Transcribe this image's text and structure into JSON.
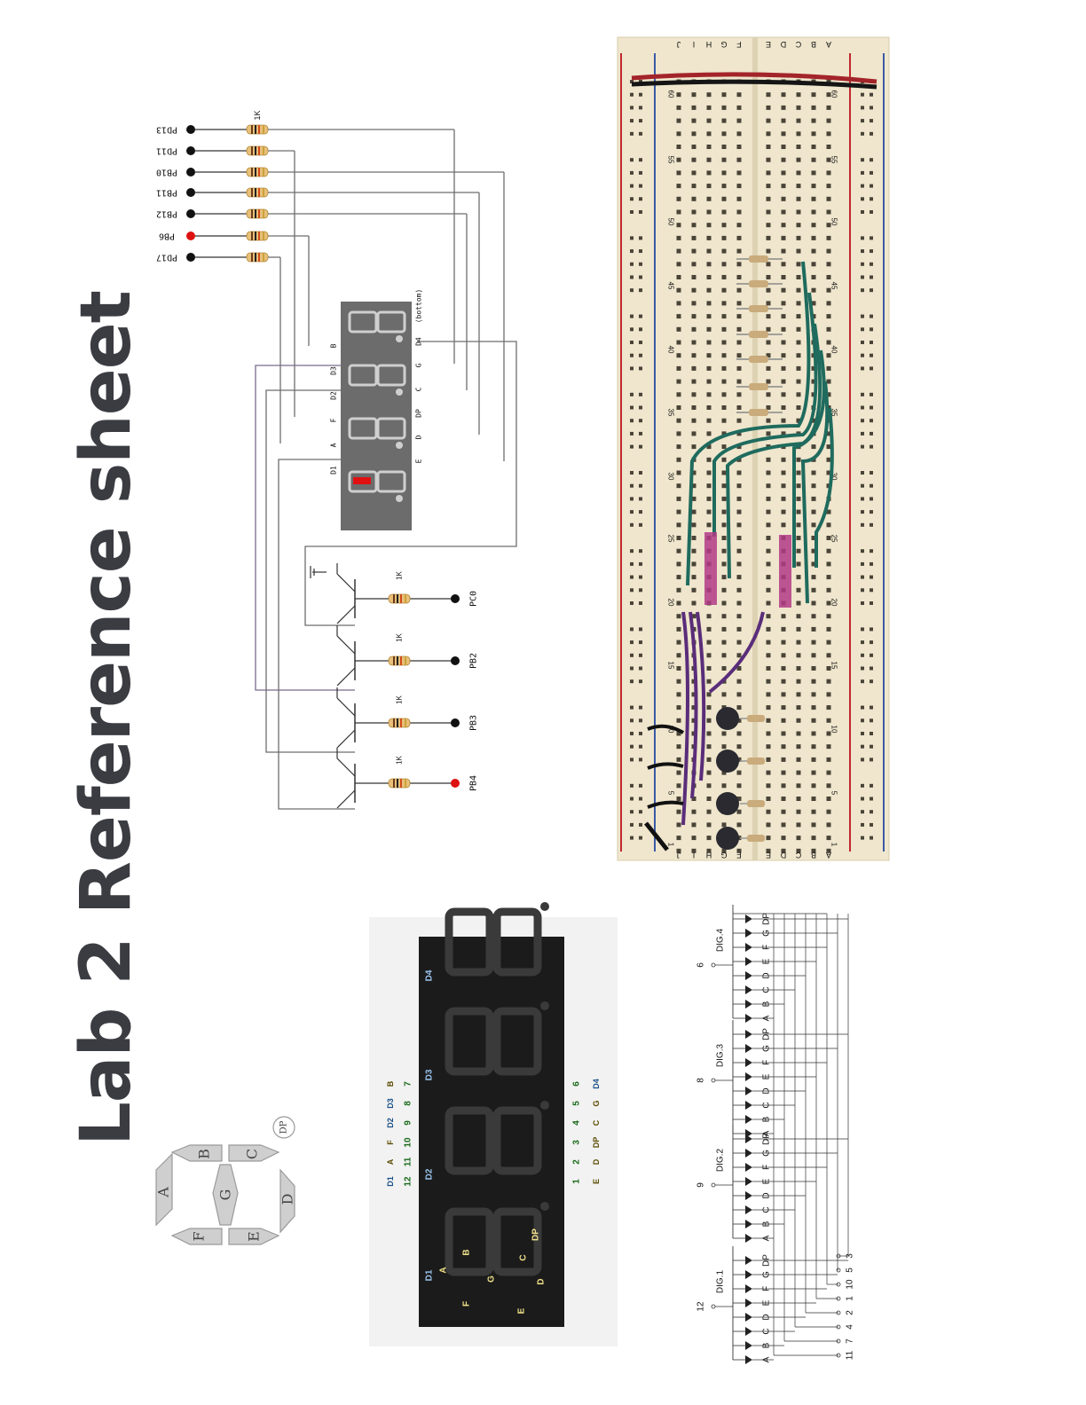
{
  "title": "Lab 2 Reference sheet",
  "schematic": {
    "pins": [
      "PD13",
      "PD11",
      "PB10",
      "PB11",
      "PB12",
      "PB6",
      "PD17"
    ],
    "resistor_label": "1K",
    "display_labels_top": [
      "D1",
      "A",
      "F",
      "D2",
      "D3",
      "B"
    ],
    "display_labels_bottom": [
      "E",
      "D",
      "DP",
      "C",
      "G",
      "D4"
    ],
    "display_note": "(bottom)",
    "transistor_pins": [
      "PC0",
      "PB2",
      "PB3",
      "PB4"
    ],
    "transistor_resistor": "1K"
  },
  "segment_diagram": {
    "segments": [
      "A",
      "B",
      "C",
      "D",
      "E",
      "F",
      "G",
      "DP"
    ]
  },
  "display_photo": {
    "digit_labels": [
      "D1",
      "D2",
      "D3",
      "D4"
    ],
    "segment_labels": [
      "A",
      "B",
      "C",
      "D",
      "E",
      "F",
      "G",
      "DP"
    ],
    "top_pin_functions": [
      "D1",
      "A",
      "F",
      "D2",
      "D3",
      "B"
    ],
    "top_pin_numbers": [
      "12",
      "11",
      "10",
      "9",
      "8",
      "7"
    ],
    "bottom_pin_numbers": [
      "1",
      "2",
      "3",
      "4",
      "5",
      "6"
    ],
    "bottom_pin_functions": [
      "E",
      "D",
      "DP",
      "C",
      "G",
      "D4"
    ]
  },
  "breadboard": {
    "row_letters_left": [
      "J",
      "I",
      "H",
      "G",
      "F"
    ],
    "row_letters_right": [
      "E",
      "D",
      "C",
      "B",
      "A"
    ],
    "column_numbers": [
      "60",
      "55",
      "50",
      "45",
      "40",
      "35",
      "30",
      "25",
      "20",
      "15",
      "10",
      "5",
      "1"
    ]
  },
  "internal_schematic": {
    "digits": [
      "DIG.1",
      "DIG.2",
      "DIG.3",
      "DIG.4"
    ],
    "digit_pins": [
      "12",
      "9",
      "8",
      "6"
    ],
    "segments": [
      "A",
      "B",
      "C",
      "D",
      "E",
      "F",
      "G",
      "DP"
    ],
    "segment_pins": [
      "11",
      "7",
      "4",
      "2",
      "1",
      "10",
      "5",
      "3"
    ]
  }
}
